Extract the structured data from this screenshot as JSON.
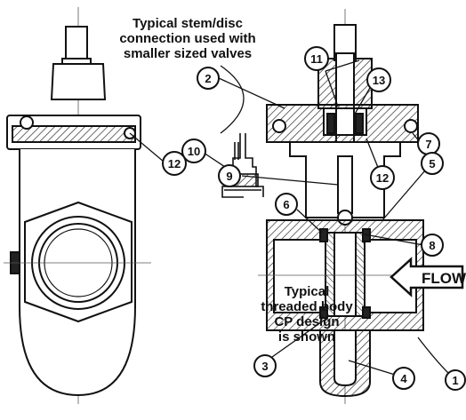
{
  "notes": {
    "stem_connection": [
      "Typical stem/disc",
      "connection used with",
      "smaller sized valves"
    ],
    "body_design": [
      "Typical",
      "threaded body",
      "CP  design",
      "is shown"
    ]
  },
  "flow_label": "FLOW",
  "callouts": {
    "c1": "1",
    "c2": "2",
    "c3": "3",
    "c4": "4",
    "c5": "5",
    "c6": "6",
    "c7": "7",
    "c8": "8",
    "c9": "9",
    "c10": "10",
    "c11": "11",
    "c12a": "12",
    "c12b": "12",
    "c13": "13"
  },
  "colors": {
    "ink": "#111111",
    "paper": "#ffffff",
    "hatch": "#333333"
  },
  "icons": {
    "flow_arrow": "flow-arrow-icon"
  }
}
